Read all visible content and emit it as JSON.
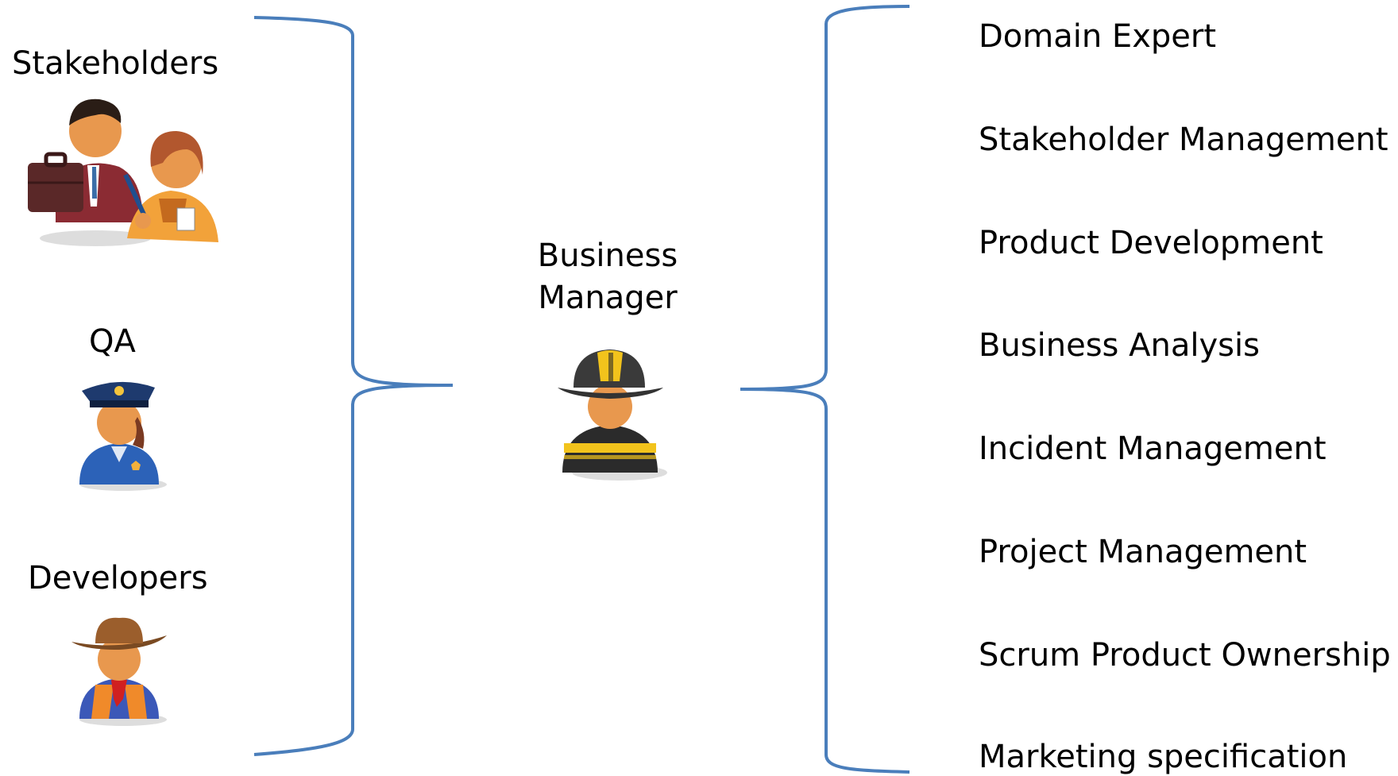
{
  "diagram": {
    "left_groups": [
      {
        "label": "Stakeholders",
        "icon": "stakeholders-icon"
      },
      {
        "label": "QA",
        "icon": "police-officer-icon"
      },
      {
        "label": "Developers",
        "icon": "cowboy-icon"
      }
    ],
    "center": {
      "line1": "Business",
      "line2": "Manager",
      "icon": "firefighter-icon"
    },
    "roles": [
      "Domain Expert",
      "Stakeholder Management",
      "Product Development",
      "Business Analysis",
      "Incident Management",
      "Project Management",
      "Scrum Product Ownership",
      "Marketing specification"
    ],
    "colors": {
      "brace": "#4a7ebb",
      "text": "#000000",
      "skin": "#e8984e",
      "hair_dark": "#3a2a20"
    }
  }
}
